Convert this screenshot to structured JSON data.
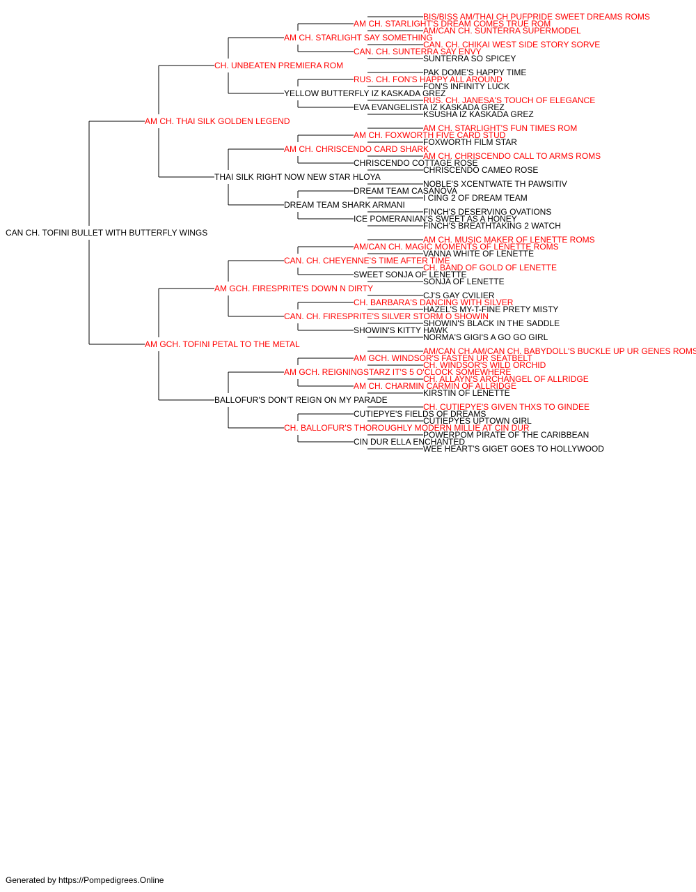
{
  "colors": {
    "champion": "#ff0000",
    "regular": "#000000",
    "line": "#000000"
  },
  "tree": {
    "name": "CAN CH. TOFINI BULLET WITH BUTTERFLY WINGS",
    "champion": false,
    "sire": {
      "name": "AM CH. THAI SILK GOLDEN LEGEND",
      "champion": true,
      "sire": {
        "name": "CH. UNBEATEN PREMIERA ROM",
        "champion": true,
        "sire": {
          "name": "AM CH. STARLIGHT SAY SOMETHING",
          "champion": true,
          "sire": {
            "name": "AM CH. STARLIGHT'S DREAM COMES TRUE ROM",
            "champion": true,
            "sire": {
              "name": "BIS/BISS AM/THAI CH PUFPRIDE SWEET DREAMS ROMS",
              "champion": true
            },
            "dam": {
              "name": "AM/CAN CH. SUNTERRA SUPERMODEL",
              "champion": true
            }
          },
          "dam": {
            "name": "CAN. CH. SUNTERRA SAY ENVY",
            "champion": true,
            "sire": {
              "name": "CAN. CH. CHIKAI WEST SIDE STORY SORVE",
              "champion": true
            },
            "dam": {
              "name": "SUNTERRA SO SPICEY",
              "champion": false
            }
          }
        },
        "dam": {
          "name": "YELLOW BUTTERFLY IZ KASKADA GREZ",
          "champion": false,
          "sire": {
            "name": "RUS. CH. FON'S HAPPY ALL AROUND",
            "champion": true,
            "sire": {
              "name": "PAK DOME'S HAPPY TIME",
              "champion": false
            },
            "dam": {
              "name": "FON'S INFINITY LUCK",
              "champion": false
            }
          },
          "dam": {
            "name": "EVA EVANGELISTA IZ KASKADA GREZ",
            "champion": false,
            "sire": {
              "name": "RUS. CH. JANESA'S TOUCH OF ELEGANCE",
              "champion": true
            },
            "dam": {
              "name": "KSUSHA IZ KASKADA GREZ",
              "champion": false
            }
          }
        }
      },
      "dam": {
        "name": "THAI SILK RIGHT NOW NEW STAR HLOYA",
        "champion": false,
        "sire": {
          "name": "AM CH. CHRISCENDO CARD SHARK",
          "champion": true,
          "sire": {
            "name": "AM CH. FOXWORTH FIVE CARD STUD",
            "champion": true,
            "sire": {
              "name": "AM CH. STARLIGHT'S FUN TIMES ROM",
              "champion": true
            },
            "dam": {
              "name": "FOXWORTH FILM STAR",
              "champion": false
            }
          },
          "dam": {
            "name": "CHRISCENDO COTTAGE ROSE",
            "champion": false,
            "sire": {
              "name": "AM CH. CHRISCENDO CALL TO ARMS ROMS",
              "champion": true
            },
            "dam": {
              "name": "CHRISCENDO CAMEO ROSE",
              "champion": false
            }
          }
        },
        "dam": {
          "name": "DREAM TEAM SHARK ARMANI",
          "champion": false,
          "sire": {
            "name": "DREAM TEAM CASANOVA",
            "champion": false,
            "sire": {
              "name": "NOBLE'S XCENTWATE TH PAWSITIV",
              "champion": false
            },
            "dam": {
              "name": "I CING 2 OF DREAM TEAM",
              "champion": false
            }
          },
          "dam": {
            "name": "ICE POMERANIAN'S SWEET AS A HONEY",
            "champion": false,
            "sire": {
              "name": "FINCH'S DESERVING OVATIONS",
              "champion": false
            },
            "dam": {
              "name": "FINCH'S BREATHTAKING 2 WATCH",
              "champion": false
            }
          }
        }
      }
    },
    "dam": {
      "name": "AM GCH. TOFINI PETAL TO THE METAL",
      "champion": true,
      "sire": {
        "name": "AM GCH. FIRESPRITE'S DOWN N DIRTY",
        "champion": true,
        "sire": {
          "name": "CAN. CH. CHEYENNE'S TIME AFTER TIME",
          "champion": true,
          "sire": {
            "name": "AM/CAN CH. MAGIC MOMENTS OF LENETTE ROMS",
            "champion": true,
            "sire": {
              "name": "AM CH. MUSIC MAKER OF LENETTE ROMS",
              "champion": true
            },
            "dam": {
              "name": "VANNA WHITE OF LENETTE",
              "champion": false
            }
          },
          "dam": {
            "name": "SWEET SONJA OF LENETTE",
            "champion": false,
            "sire": {
              "name": "CH. BAND OF GOLD OF LENETTE",
              "champion": true
            },
            "dam": {
              "name": "SONJA OF LENETTE",
              "champion": false
            }
          }
        },
        "dam": {
          "name": "CAN. CH. FIRESPRITE'S SILVER STORM O SHOWIN",
          "champion": true,
          "sire": {
            "name": "CH. BARBARA'S DANCING WITH SILVER",
            "champion": true,
            "sire": {
              "name": "CJ'S GAY CVILIER",
              "champion": false
            },
            "dam": {
              "name": "HAZEL'S MY-T-FINE PRETY MISTY",
              "champion": false
            }
          },
          "dam": {
            "name": "SHOWIN'S KITTY HAWK",
            "champion": false,
            "sire": {
              "name": "SHOWIN'S BLACK IN THE SADDLE",
              "champion": false
            },
            "dam": {
              "name": "NORMA'S GIGI'S A GO GO GIRL",
              "champion": false
            }
          }
        }
      },
      "dam": {
        "name": "BALLOFUR'S DON'T REIGN ON MY PARADE",
        "champion": false,
        "sire": {
          "name": "AM GCH. REIGNINGSTARZ IT'S 5 O'CLOCK SOMEWHERE",
          "champion": true,
          "sire": {
            "name": "AM GCH. WINDSOR'S FASTEN UR SEATBELT",
            "champion": true,
            "sire": {
              "name": "AM/CAN CH.AM/CAN CH. BABYDOLL'S BUCKLE UP UR GENES ROMS",
              "champion": true
            },
            "dam": {
              "name": "CH. WINDSOR'S WILD ORCHID",
              "champion": true
            }
          },
          "dam": {
            "name": "AM CH. CHARMIN CARMIN OF ALLRIDGE",
            "champion": true,
            "sire": {
              "name": "CH. ALLAYN'S ARCHANGEL OF ALLRIDGE",
              "champion": true
            },
            "dam": {
              "name": "KIRSTIN OF LENETTE",
              "champion": false
            }
          }
        },
        "dam": {
          "name": "CH. BALLOFUR'S THOROUGHLY MODERN MILLIE AT CIN DUR",
          "champion": true,
          "sire": {
            "name": "CUTIEPYE'S FIELDS OF DREAMS",
            "champion": false,
            "sire": {
              "name": "CH. CUTIEPYE'S GIVEN THXS TO GINDEE",
              "champion": true
            },
            "dam": {
              "name": "CUTIEPYES UPTOWN GIRL",
              "champion": false
            }
          },
          "dam": {
            "name": "CIN DUR ELLA ENCHANTED",
            "champion": false,
            "sire": {
              "name": "POWERPOM PIRATE OF THE CARIBBEAN",
              "champion": false
            },
            "dam": {
              "name": "WEE HEART'S GIGET GOES TO HOLLYWOOD",
              "champion": false
            }
          }
        }
      }
    }
  },
  "footer": "Generated by https://Pompedigrees.Online"
}
